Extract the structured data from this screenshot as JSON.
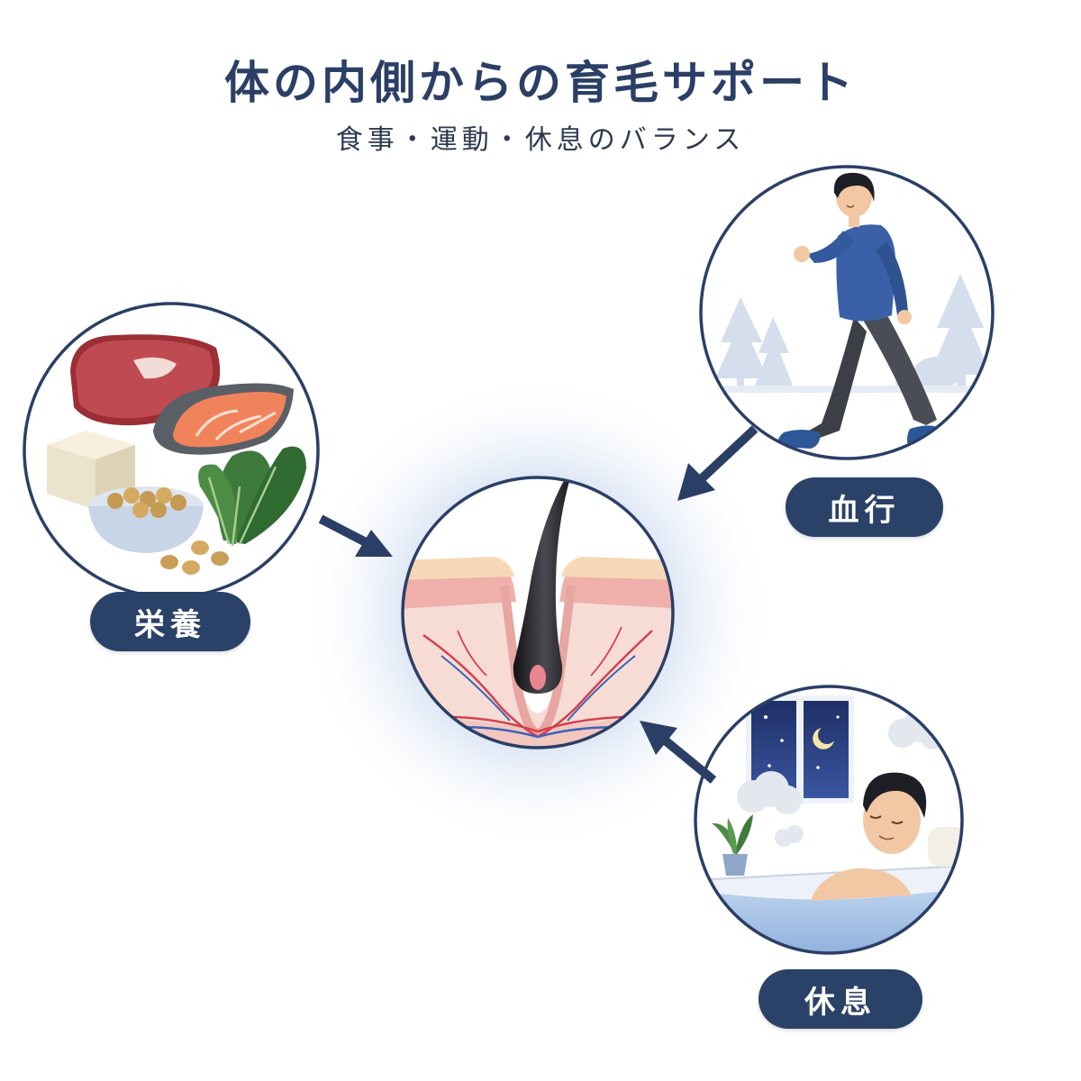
{
  "header": {
    "title": "体の内側からの育毛サポート",
    "subtitle": "食事・運動・休息のバランス"
  },
  "factors": {
    "nutrition": {
      "label": "栄養"
    },
    "circulation": {
      "label": "血行"
    },
    "rest": {
      "label": "休息"
    }
  },
  "colors": {
    "navy": "#2b4268",
    "ring": "#2b3f66",
    "glow": "#dfe8f6",
    "skin": "#f3c6c2",
    "hair": "#1d1d22"
  }
}
